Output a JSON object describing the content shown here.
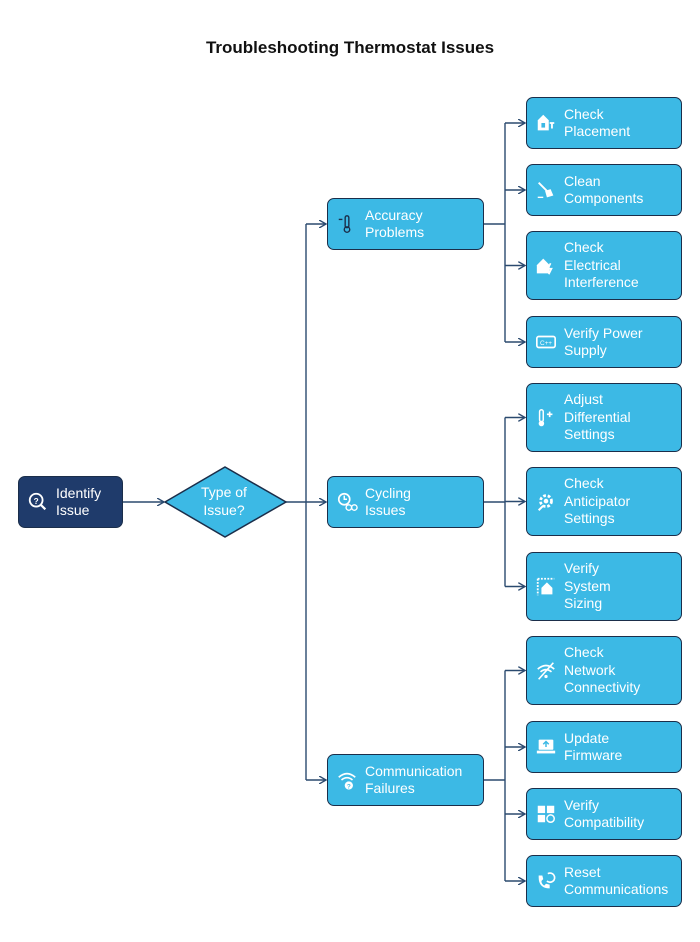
{
  "title": "Troubleshooting Thermostat Issues",
  "root": {
    "label": "Identify\nIssue",
    "icon": "magnifier-question-icon"
  },
  "decision": {
    "label": "Type of\nIssue?"
  },
  "categories": [
    {
      "label": "Accuracy\nProblems",
      "icon": "thermometer-icon",
      "children": [
        {
          "label": "Check\nPlacement",
          "icon": "placement-icon"
        },
        {
          "label": "Clean\nComponents",
          "icon": "broom-icon"
        },
        {
          "label": "Check\nElectrical\nInterference",
          "icon": "electric-house-icon"
        },
        {
          "label": "Verify Power\nSupply",
          "icon": "power-supply-icon"
        }
      ]
    },
    {
      "label": "Cycling\nIssues",
      "icon": "clock-cycle-icon",
      "children": [
        {
          "label": "Adjust\nDifferential\nSettings",
          "icon": "thermometer-plus-icon"
        },
        {
          "label": "Check\nAnticipator\nSettings",
          "icon": "gear-check-icon"
        },
        {
          "label": "Verify\nSystem\nSizing",
          "icon": "house-measure-icon"
        }
      ]
    },
    {
      "label": "Communication\nFailures",
      "icon": "wifi-question-icon",
      "children": [
        {
          "label": "Check\nNetwork\nConnectivity",
          "icon": "wifi-off-icon"
        },
        {
          "label": "Update\nFirmware",
          "icon": "laptop-update-icon"
        },
        {
          "label": "Verify\nCompatibility",
          "icon": "puzzle-check-icon"
        },
        {
          "label": "Reset\nCommunications",
          "icon": "phone-reset-icon"
        }
      ]
    }
  ],
  "colors": {
    "root": "#1f3b6b",
    "node": "#3cb9e5",
    "border": "#1b2e4a",
    "edge": "#2b4a6f"
  }
}
